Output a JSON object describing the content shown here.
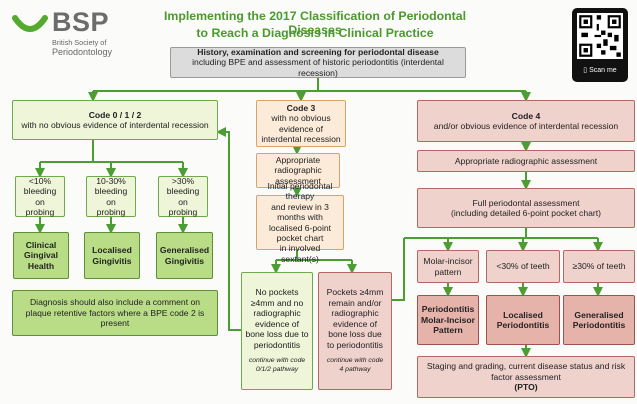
{
  "logo": {
    "name": "BSP",
    "society_line1": "British Society of",
    "society_line2": "Periodontology"
  },
  "title": {
    "line1": "Implementing the 2017 Classification of Periodontal Diseases",
    "line2": "to Reach a Diagnosis in Clinical Practice"
  },
  "qr": {
    "label": "Scan me"
  },
  "colors": {
    "title_green": "#4a9a2c",
    "arrow_green": "#4c9e34"
  },
  "top": {
    "line1": "History, examination and screening for periodontal disease",
    "line2": "including BPE and assessment of historic periodontitis (interdental recession)"
  },
  "code0": {
    "heading": "Code 0 / 1 / 2",
    "sub": "with no obvious evidence of interdental recession",
    "bleed": [
      {
        "pct": "<10%",
        "l2": "bleeding on",
        "l3": "probing"
      },
      {
        "pct": "10-30%",
        "l2": "bleeding on",
        "l3": "probing"
      },
      {
        "pct": ">30%",
        "l2": "bleeding on",
        "l3": "probing"
      }
    ],
    "dx": [
      {
        "l1": "Clinical",
        "l2": "Gingival",
        "l3": "Health"
      },
      {
        "l1": "Localised",
        "l2": "Gingivitis"
      },
      {
        "l1": "Generalised",
        "l2": "Gingivitis"
      }
    ],
    "note": "Diagnosis should also include a comment on plaque retentive factors where a BPE code 2 is present"
  },
  "code3": {
    "heading": "Code 3",
    "sub1": "with no obvious evidence of",
    "sub2": "interdental recession",
    "radio1": "Appropriate radiographic",
    "radio2": "assessment",
    "initial": [
      "Initial periodontal therapy",
      "and review in 3 months with",
      "localised 6-point pocket chart",
      "in involved sextant(s)"
    ],
    "no_pockets": [
      "No pockets",
      "≥4mm and no",
      "radiographic",
      "evidence of",
      "bone loss due to",
      "periodontitis"
    ],
    "no_note1": "continue with code",
    "no_note2": "0/1/2 pathway",
    "pockets": [
      "Pockets ≥4mm",
      "remain and/or",
      "radiographic",
      "evidence of",
      "bone loss due",
      "to periodontitis"
    ],
    "pockets_note1": "continue with code",
    "pockets_note2": "4 pathway"
  },
  "code4": {
    "heading": "Code 4",
    "sub": "and/or obvious evidence of interdental recession",
    "radio": "Appropriate radiographic assessment",
    "full1": "Full periodontal assessment",
    "full2": "(including detailed 6-point pocket chart)",
    "pattern": [
      {
        "l1": "Molar-incisor",
        "l2": "pattern"
      },
      {
        "l1": "<30% of teeth"
      },
      {
        "l1": "≥30% of teeth"
      }
    ],
    "dx": [
      {
        "l1": "Periodontitis",
        "l2": "Molar-Incisor",
        "l3": "Pattern"
      },
      {
        "l1": "Localised",
        "l2": "Periodontitis"
      },
      {
        "l1": "Generalised",
        "l2": "Periodontitis"
      }
    ],
    "staging1": "Staging and grading, current disease status and risk",
    "staging2": "factor assessment",
    "staging3": "(PTO)"
  }
}
